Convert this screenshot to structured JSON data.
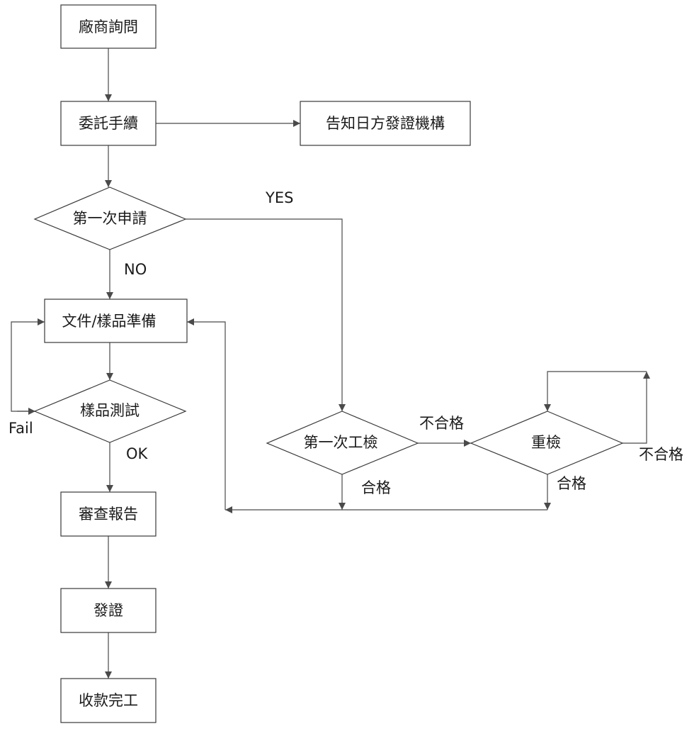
{
  "nodes": {
    "inquiry": "廠商詢問",
    "commission": "委託手續",
    "notify": "告知日方發證機構",
    "first_apply": "第一次申請",
    "prepare": "文件/樣品準備",
    "sample_test": "樣品測試",
    "review": "審查報告",
    "certify": "發證",
    "complete": "收款完工",
    "first_inspection": "第一次工檢",
    "reinspection": "重檢"
  },
  "edge_labels": {
    "yes": "YES",
    "no": "NO",
    "fail": "Fail",
    "ok": "OK",
    "fail_first_inspection": "不合格",
    "pass_first_inspection": "合格",
    "pass_reinspection": "合格",
    "fail_reinspection": "不合格"
  }
}
